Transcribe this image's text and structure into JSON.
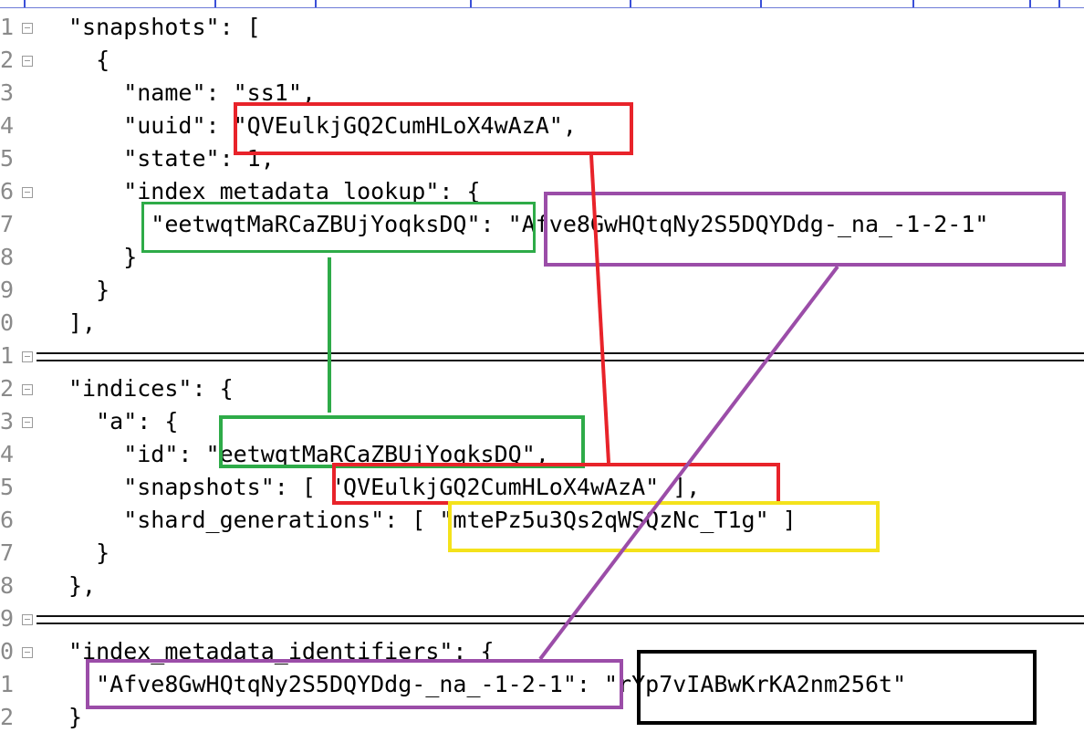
{
  "gutter": {
    "line_numbers": [
      "1",
      "2",
      "3",
      "4",
      "5",
      "6",
      "7",
      "8",
      "9",
      "0",
      "1",
      "2",
      "3",
      "4",
      "5",
      "6",
      "7",
      "8",
      "9",
      "0",
      "1",
      "2"
    ]
  },
  "code": {
    "lines": [
      "\"snapshots\": [",
      "  {",
      "    \"name\": \"ss1\",",
      "    \"uuid\": \"QVEulkjGQ2CumHLoX4wAzA\",",
      "    \"state\": 1,",
      "    \"index_metadata_lookup\": {",
      "      \"eetwqtMaRCaZBUjYoqksDQ\": \"Afve8GwHQtqNy2S5DQYDdg-_na_-1-2-1\"",
      "    }",
      "  }",
      "],",
      "",
      "\"indices\": {",
      "  \"a\": {",
      "    \"id\": \"eetwqtMaRCaZBUjYoqksDQ\",",
      "    \"snapshots\": [ \"QVEulkjGQ2CumHLoX4wAzA\" ],",
      "    \"shard_generations\": [ \"mtePz5u3Qs2qWSQzNc_T1g\" ]",
      "  }",
      "},",
      "",
      "\"index_metadata_identifiers\": {",
      "  \"Afve8GwHQtqNy2S5DQYDdg-_na_-1-2-1\": \"rYp7vIABwKrKA2nm256t\"",
      "}"
    ]
  },
  "colors": {
    "uuid_link": "#e8232a",
    "index_id_link": "#2eab48",
    "metadata_link": "#9b4da8",
    "shard_generation": "#f4e21b",
    "identifier": "#000000",
    "divider": "#111111",
    "gutter_text": "#8a8a8a"
  }
}
